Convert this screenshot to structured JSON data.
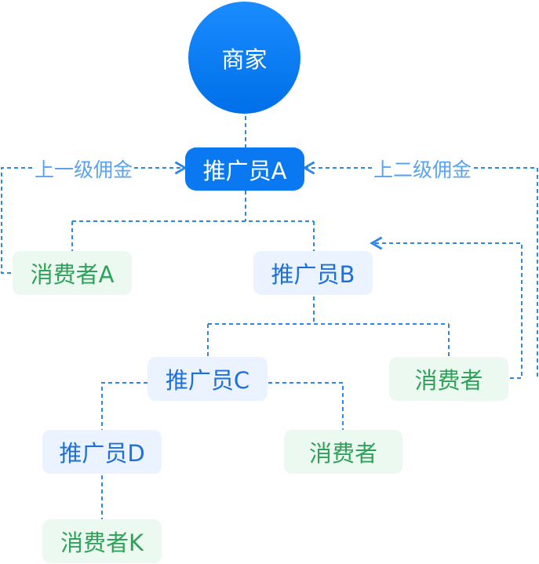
{
  "nodes": {
    "merchant": "商家",
    "promoter_a": "推广员A",
    "promoter_b": "推广员B",
    "promoter_c": "推广员C",
    "promoter_d": "推广员D",
    "consumer_a": "消费者A",
    "consumer_b": "消费者",
    "consumer_c": "消费者",
    "consumer_k": "消费者K"
  },
  "edge_labels": {
    "first_level": "上一级佣金",
    "second_level": "上二级佣金"
  },
  "colors": {
    "merchant": "#0a78f0",
    "promoter_text": "#1e6fd6",
    "promoter_bg": "#eaf3ff",
    "consumer_text": "#2fa25a",
    "consumer_bg": "#ecf9f0",
    "connector": "#2f86e6",
    "commission_label": "#5ba3ef"
  }
}
